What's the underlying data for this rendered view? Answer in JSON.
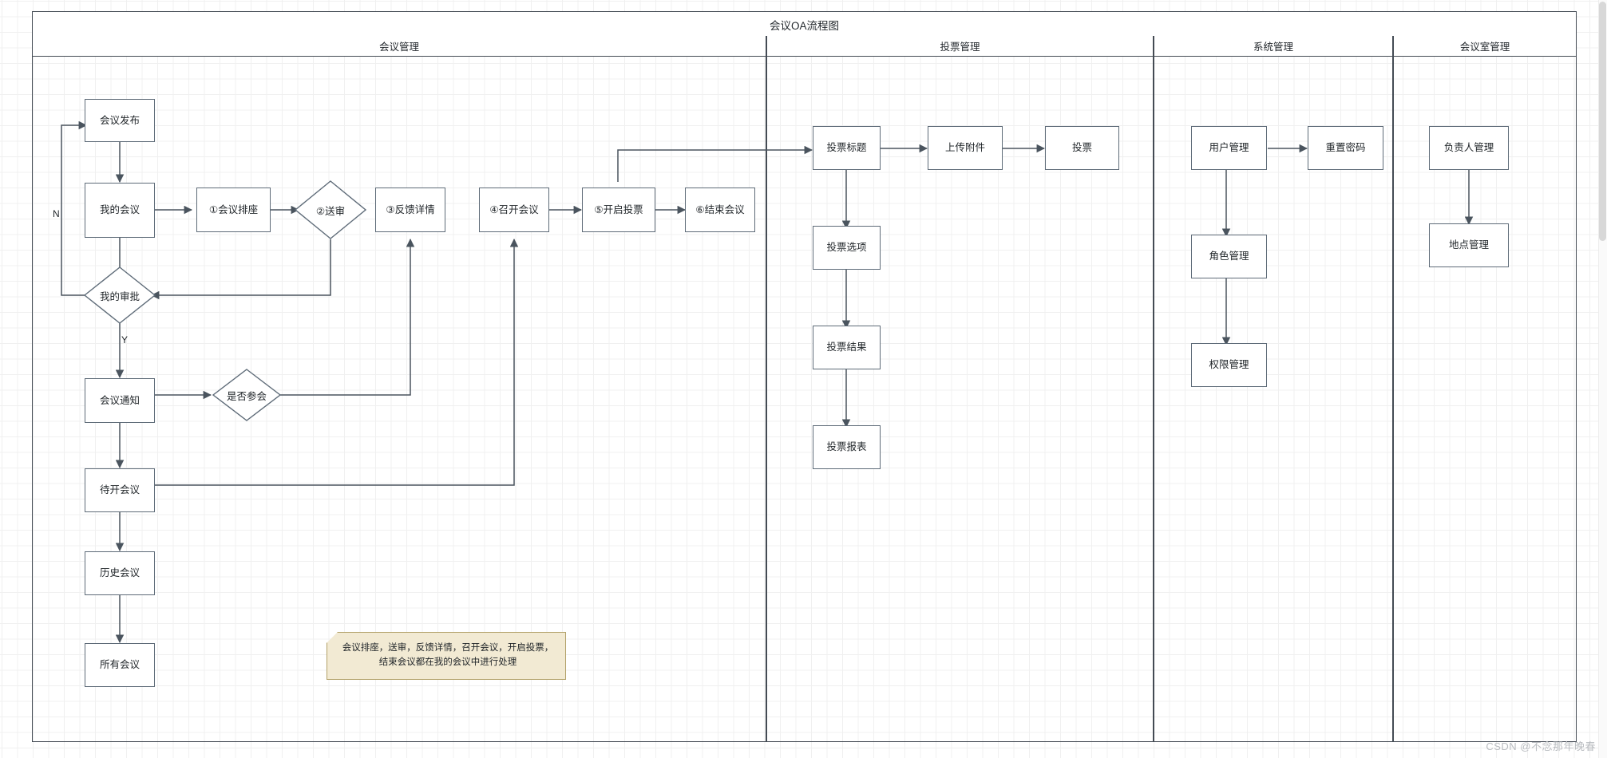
{
  "diagram": {
    "title": "会议OA流程图",
    "watermark": "CSDN @不念那年晚春",
    "lanes": [
      {
        "label": "会议管理"
      },
      {
        "label": "投票管理"
      },
      {
        "label": "系统管理"
      },
      {
        "label": "会议室管理"
      }
    ],
    "nodes": {
      "meeting_publish": "会议发布",
      "my_meeting": "我的会议",
      "seat_arrange": "①会议排座",
      "submit_review": "②送审",
      "feedback_detail": "③反馈详情",
      "hold_meeting": "④召开会议",
      "start_vote": "⑤开启投票",
      "end_meeting": "⑥结束会议",
      "my_approval": "我的审批",
      "meeting_notice": "会议通知",
      "attend_or_not": "是否参会",
      "pending_meeting": "待开会议",
      "history_meeting": "历史会议",
      "all_meeting": "所有会议",
      "vote_title": "投票标题",
      "upload_attachment": "上传附件",
      "vote": "投票",
      "vote_option": "投票选项",
      "vote_result": "投票结果",
      "vote_report": "投票报表",
      "user_manage": "用户管理",
      "reset_password": "重置密码",
      "role_manage": "角色管理",
      "permission_manage": "权限管理",
      "owner_manage": "负责人管理",
      "location_manage": "地点管理"
    },
    "edge_labels": {
      "no": "N",
      "yes": "Y"
    },
    "note": {
      "line1": "会议排座，送审，反馈详情，召开会议，开启投票，",
      "line2": "结束会议都在我的会议中进行处理"
    }
  }
}
